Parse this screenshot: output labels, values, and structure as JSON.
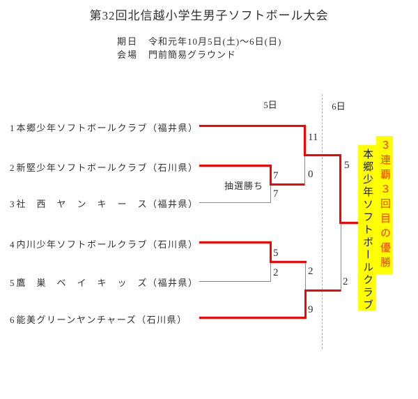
{
  "page": {
    "title": "第32回北信越小学生男子ソフトボール大会",
    "meta": {
      "date_label": "期日",
      "date_value": "令和元年10月5日(土)～6日(日)",
      "venue_label": "会場",
      "venue_value": "門前簡易グラウンド"
    }
  },
  "bracket": {
    "day5_header": "5日",
    "day6_header": "6日",
    "teams": [
      {
        "seed": "1",
        "name": "本郷少年ソフトボールクラブ（福井県）"
      },
      {
        "seed": "2",
        "name": "新堅少年ソフトボールクラブ（石川県）"
      },
      {
        "seed": "3",
        "name": "社　西　ヤ　ン　キ　ー　ス（福井県）"
      },
      {
        "seed": "4",
        "name": "内川少年ソフトボールクラブ（石川県）"
      },
      {
        "seed": "5",
        "name": "鷹　巣　ベ　イ　キ　ッ　ズ（福井県）"
      },
      {
        "seed": "6",
        "name": "能美グリーンヤンチャーズ（石川県）"
      }
    ],
    "lottery_note": "抽選勝ち",
    "scores": {
      "semi1_top": "11",
      "semi1_bottom": "0",
      "match23_top": "7",
      "match23_bottom": "7",
      "match45_top": "5",
      "match45_bottom": "2",
      "semi2_top": "2",
      "semi2_bottom": "9",
      "final_top": "5",
      "final_bottom": "2"
    }
  },
  "champion": {
    "name": "本郷少年ソフトボールクラブ",
    "note": "３連覇３回目の優勝"
  },
  "colors": {
    "winner_path": "#ff0000",
    "bracket_line": "#8a8a8a",
    "highlight": "#ffff00",
    "champion_note_text": "#ff3300",
    "text": "#303030"
  }
}
